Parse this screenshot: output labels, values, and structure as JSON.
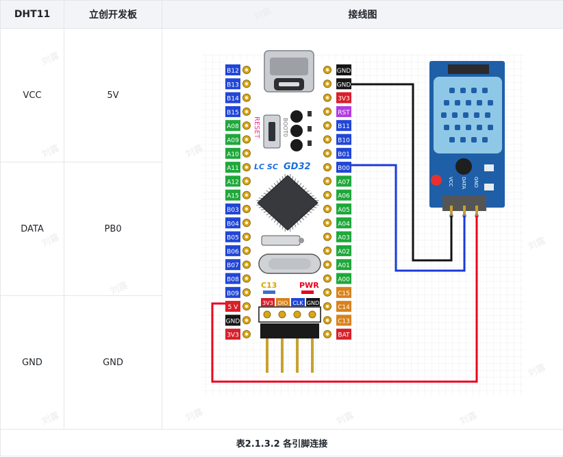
{
  "table": {
    "headers": [
      "DHT11",
      "立创开发板",
      "接线图"
    ],
    "rows": [
      {
        "dht11": "VCC",
        "board": "5V"
      },
      {
        "dht11": "DATA",
        "board": "PB0"
      },
      {
        "dht11": "GND",
        "board": "GND"
      }
    ],
    "caption": "表2.1.3.2 各引脚连接"
  },
  "watermark": "刘露",
  "diagram": {
    "left_pins": [
      "B12",
      "B13",
      "B14",
      "B15",
      "A08",
      "A09",
      "A10",
      "A11",
      "A12",
      "A15",
      "B03",
      "B04",
      "B05",
      "B06",
      "B07",
      "B08",
      "B09",
      "5 V",
      "GND",
      "3V3"
    ],
    "right_pins": [
      "GND",
      "GND",
      "3V3",
      "RST",
      "B11",
      "B10",
      "B01",
      "B00",
      "A07",
      "A06",
      "A05",
      "A04",
      "A03",
      "A02",
      "A01",
      "A00",
      "C15",
      "C14",
      "C13",
      "BAT"
    ],
    "board_labels": {
      "reset": "RESET",
      "boot": "BOOT0",
      "brand": "LC SC",
      "chip": "GD32",
      "c13": "C13",
      "pwr": "PWR"
    },
    "debug_pins": [
      "3V3",
      "DIO",
      "CLK",
      "GND"
    ],
    "sensor_pins": [
      "VCC",
      "DATA",
      "GND"
    ],
    "wire_colors": {
      "vcc": "#e8001c",
      "data": "#1a3adb",
      "gnd": "#111111"
    }
  }
}
